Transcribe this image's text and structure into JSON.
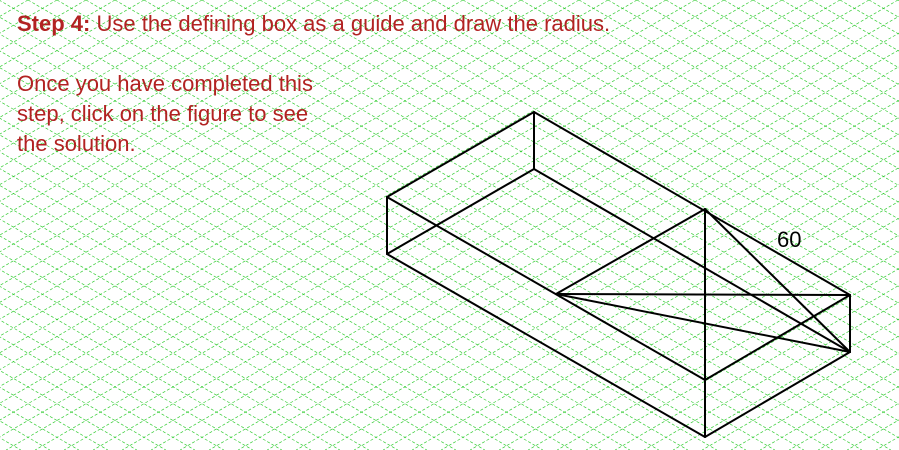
{
  "instructions": {
    "step_label": "Step 4:",
    "step_text": " Use the defining box as a guide and draw the radius.",
    "instruction_lines": [
      "Once you have completed this",
      "step, click on the figure to see",
      "the solution."
    ]
  },
  "figure": {
    "dimension_label": "60"
  },
  "colors": {
    "grid": "#33cc33",
    "text": "#b22222",
    "lines": "#000000"
  }
}
